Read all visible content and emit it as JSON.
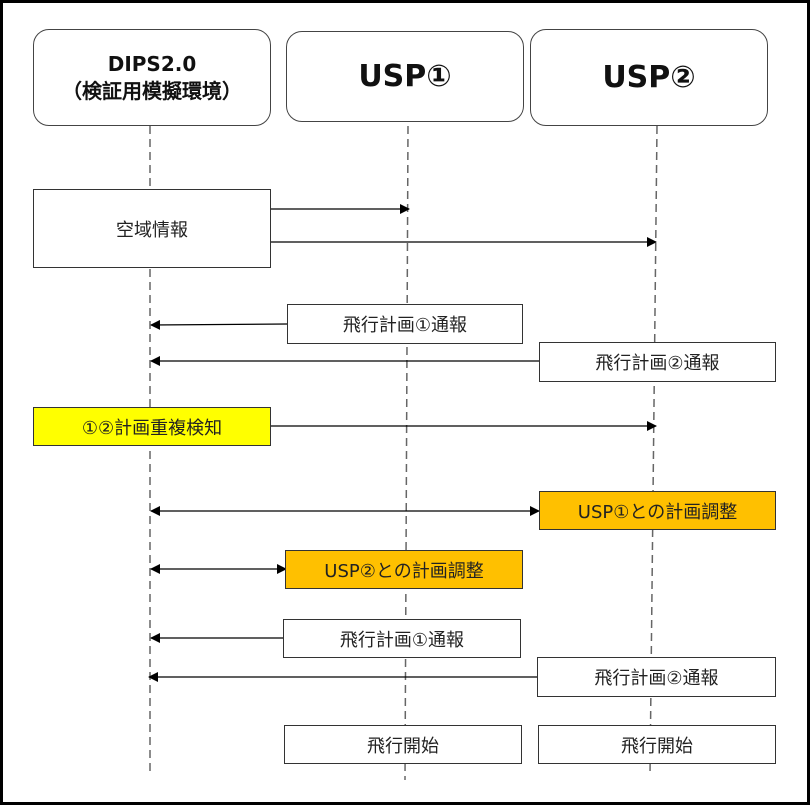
{
  "diagram": {
    "type": "sequence-diagram",
    "actors": [
      {
        "id": "dips",
        "line1": "DIPS2.0",
        "line2": "（検証用模擬環境）"
      },
      {
        "id": "usp1",
        "label": "USP①"
      },
      {
        "id": "usp2",
        "label": "USP②"
      }
    ],
    "messages": {
      "airspace_info": "空域情報",
      "plan1_report_a": "飛行計画①通報",
      "plan2_report_a": "飛行計画②通報",
      "overlap_detect": "①②計画重複検知",
      "adjust_usp1": "USP①との計画調整",
      "adjust_usp2": "USP②との計画調整",
      "plan1_report_b": "飛行計画①通報",
      "plan2_report_b": "飛行計画②通報",
      "start_usp1": "飛行開始",
      "start_usp2": "飛行開始"
    },
    "colors": {
      "highlight_yellow": "#ffff00",
      "highlight_orange": "#ffc000",
      "line": "#000000",
      "lifeline": "#666666"
    }
  }
}
